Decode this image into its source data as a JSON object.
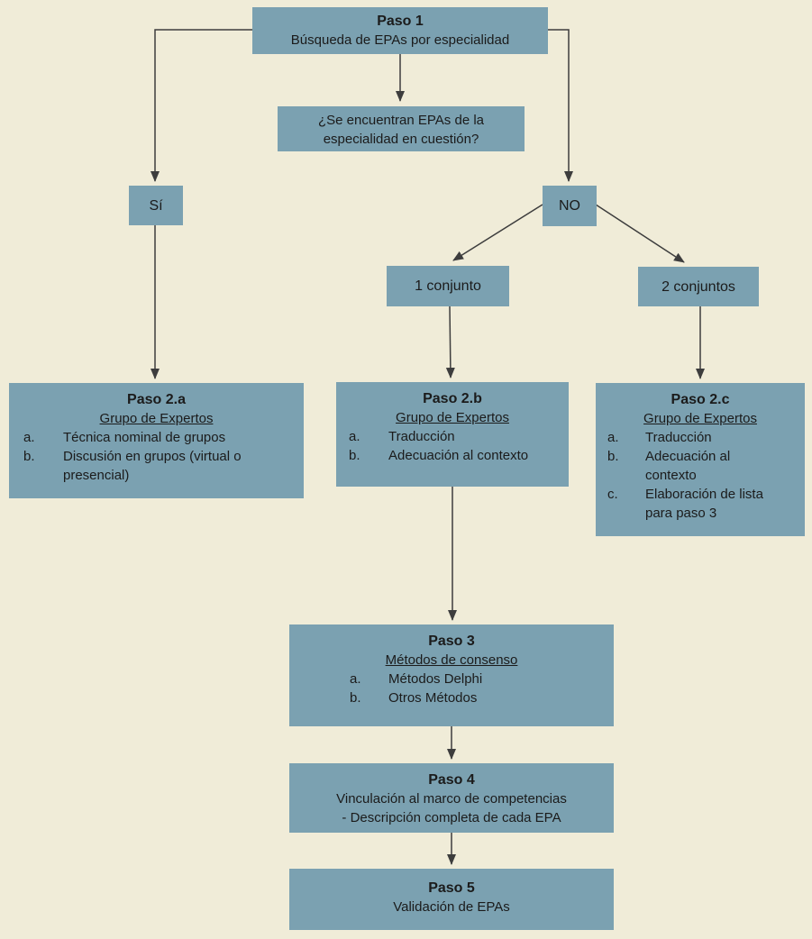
{
  "diagram": {
    "colors": {
      "background": "#f0ecd8",
      "box_fill": "#7ba1b1",
      "text": "#1b1b1b",
      "connector": "#3d3d3d"
    },
    "nodes": {
      "paso1": {
        "title": "Paso 1",
        "lines": [
          "Búsqueda de EPAs por especialidad"
        ]
      },
      "question": {
        "lines": [
          "¿Se encuentran EPAs de la",
          "especialidad en cuestión?"
        ]
      },
      "si": {
        "label": "Sí"
      },
      "no": {
        "label": "NO"
      },
      "conjunto1": {
        "label": "1 conjunto"
      },
      "conjunto2": {
        "label": "2 conjuntos"
      },
      "paso2a": {
        "title": "Paso 2.a",
        "subtitle": "Grupo de Expertos",
        "items": [
          {
            "marker": "a.",
            "lines": [
              "Técnica nominal de grupos"
            ]
          },
          {
            "marker": "b.",
            "lines": [
              "Discusión en grupos (virtual o",
              "presencial)"
            ]
          }
        ]
      },
      "paso2b": {
        "title": "Paso 2.b",
        "subtitle": "Grupo de Expertos",
        "items": [
          {
            "marker": "a.",
            "lines": [
              "Traducción"
            ]
          },
          {
            "marker": "b.",
            "lines": [
              "Adecuación al contexto"
            ]
          }
        ]
      },
      "paso2c": {
        "title": "Paso 2.c",
        "subtitle": "Grupo de Expertos",
        "items": [
          {
            "marker": "a.",
            "lines": [
              "Traducción"
            ]
          },
          {
            "marker": "b.",
            "lines": [
              "Adecuación al",
              "contexto"
            ]
          },
          {
            "marker": "c.",
            "lines": [
              "Elaboración de lista",
              "para paso 3"
            ]
          }
        ]
      },
      "paso3": {
        "title": "Paso 3",
        "subtitle": "Métodos de consenso",
        "items": [
          {
            "marker": "a.",
            "lines": [
              "Métodos Delphi"
            ]
          },
          {
            "marker": "b.",
            "lines": [
              "Otros Métodos"
            ]
          }
        ]
      },
      "paso4": {
        "title": "Paso 4",
        "lines": [
          "Vinculación al marco de competencias",
          "- Descripción completa de cada EPA"
        ]
      },
      "paso5": {
        "title": "Paso 5",
        "lines": [
          "Validación de EPAs"
        ]
      }
    }
  }
}
